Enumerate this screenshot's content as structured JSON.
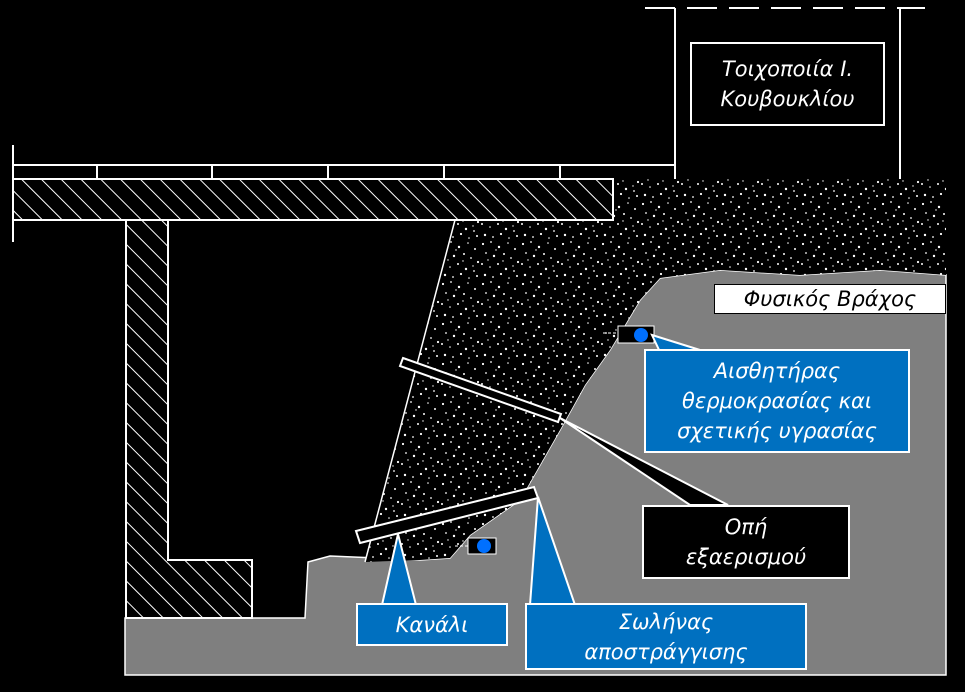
{
  "labels": {
    "wall": "Τοιχοποιία Ι.\nΚουβουκλίου",
    "rock": "Φυσικός Βράχος",
    "sensor": "Αισθητήρας\nθερμοκρασίας και\nσχετικής υγρασίας",
    "vent": "Οπή\nεξαερισμού",
    "channel": "Κανάλι",
    "drain": "Σωλήνας\nαποστράγγισης"
  },
  "colors": {
    "background": "#000000",
    "rock": "#7f7f7f",
    "callout": "#0070c0",
    "sensor_dot": "#0070ff"
  }
}
